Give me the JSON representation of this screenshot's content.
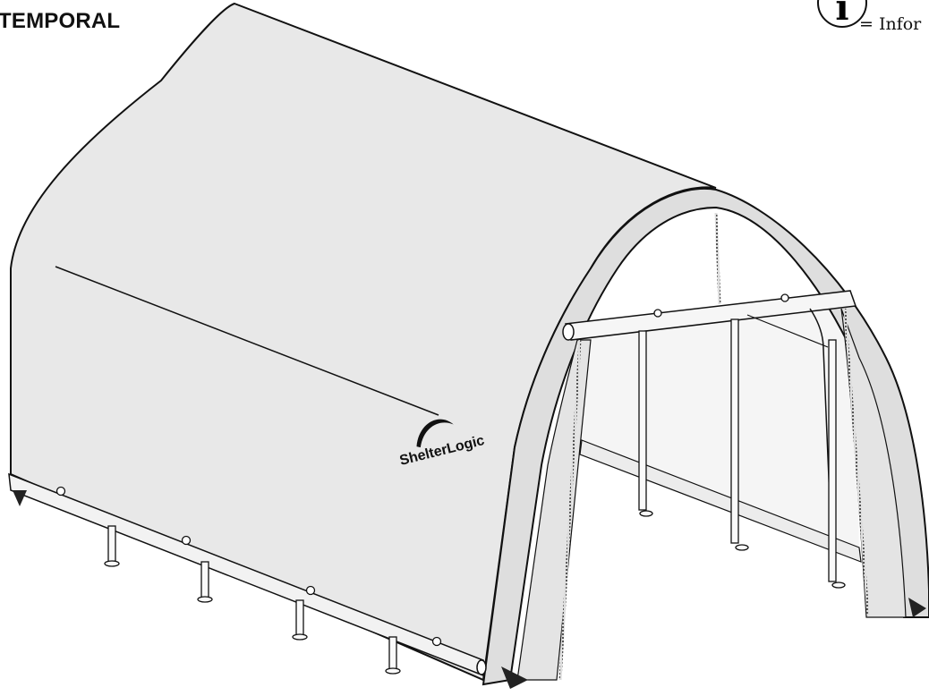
{
  "header": {
    "title": "TEMPORAL"
  },
  "legend": {
    "symbol": "i",
    "text": "= Infor"
  },
  "shelter": {
    "brand": "ShelterLogic"
  },
  "colors": {
    "fabric": "#e9e9e9",
    "fabric_dark": "#dcdcdc",
    "interior": "#f3f3f3",
    "line": "#111111"
  },
  "icons": {
    "info": "info-circle-icon",
    "brand_arc": "brand-arc-icon"
  }
}
